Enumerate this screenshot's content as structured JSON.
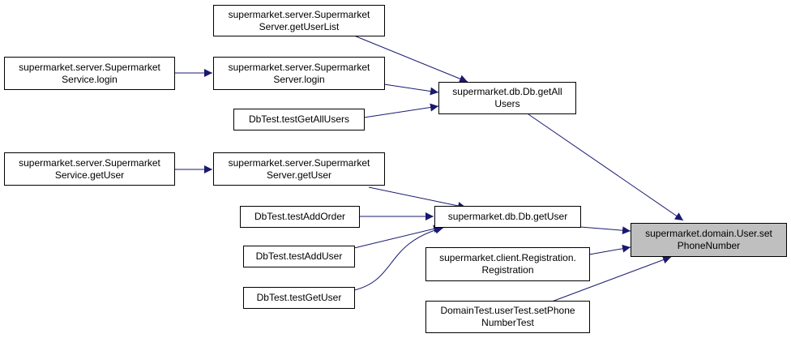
{
  "nodes": {
    "n_getuserlist": {
      "line1": "supermarket.server.Supermarket",
      "line2": "Server.getUserList"
    },
    "n_service_login": {
      "line1": "supermarket.server.Supermarket",
      "line2": "Service.login"
    },
    "n_server_login": {
      "line1": "supermarket.server.Supermarket",
      "line2": "Server.login"
    },
    "n_testgetallusers": {
      "line1": "DbTest.testGetAllUsers",
      "line2": ""
    },
    "n_getallusers": {
      "line1": "supermarket.db.Db.getAll",
      "line2": "Users"
    },
    "n_service_getuser": {
      "line1": "supermarket.server.Supermarket",
      "line2": "Service.getUser"
    },
    "n_server_getuser": {
      "line1": "supermarket.server.Supermarket",
      "line2": "Server.getUser"
    },
    "n_testaddorder": {
      "line1": "DbTest.testAddOrder",
      "line2": ""
    },
    "n_db_getuser": {
      "line1": "supermarket.db.Db.getUser",
      "line2": ""
    },
    "n_testadduser": {
      "line1": "DbTest.testAddUser",
      "line2": ""
    },
    "n_testgetuser": {
      "line1": "DbTest.testGetUser",
      "line2": ""
    },
    "n_registration": {
      "line1": "supermarket.client.Registration.",
      "line2": "Registration"
    },
    "n_domaintest": {
      "line1": "DomainTest.userTest.setPhone",
      "line2": "NumberTest"
    },
    "n_target": {
      "line1": "supermarket.domain.User.set",
      "line2": "PhoneNumber"
    }
  },
  "colors": {
    "edge": "#191970",
    "target_fill": "#bfbfbf",
    "node_border": "#000000"
  }
}
